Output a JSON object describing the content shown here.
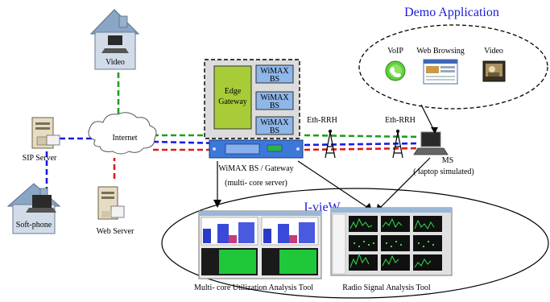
{
  "title": "Demo Application",
  "apps": {
    "voip": "VoIP",
    "web": "Web Browsing",
    "video": "Video"
  },
  "nodes": {
    "video_house": "Video",
    "internet": "Internet",
    "sip_server": "SIP Server",
    "softphone": "Soft-phone",
    "web_server": "Web Server",
    "edge_gateway_line1": "Edge",
    "edge_gateway_line2": "Gateway",
    "bs_line1": "WiMAX",
    "bs_line2": "BS",
    "eth_rrh_left": "Eth-RRH",
    "eth_rrh_right": "Eth-RRH",
    "ms": "MS",
    "ms_note": "( laptop simulated)",
    "server_line1": "WiMAX BS / Gateway",
    "server_line2": "(multi- core server)"
  },
  "iview": "I-vieW",
  "tools": {
    "util": "Multi- core Utilization Analysis Tool",
    "radio": "Radio Signal Analysis Tool"
  },
  "colors": {
    "title_blue": "#1a1ad6",
    "green_link": "#1e9e1e",
    "blue_link": "#1a1ae6",
    "red_link": "#e01a1a",
    "edge_box": "#a8cc38",
    "bs_box": "#8fb6e8",
    "server_blue": "#3c78d8"
  }
}
